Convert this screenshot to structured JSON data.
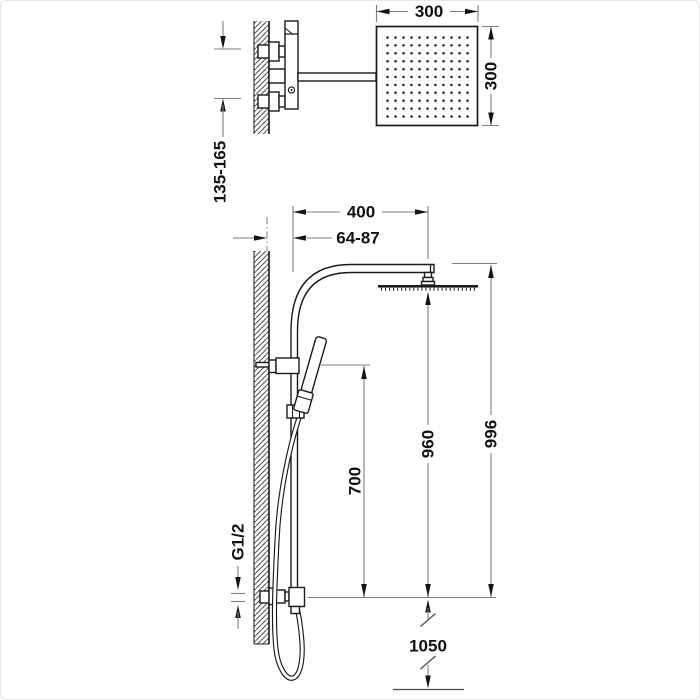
{
  "colors": {
    "object_line": "#1a1a1a",
    "dimension_line": "#7e7e7e",
    "text": "#111111",
    "background": "#ffffff"
  },
  "top_view": {
    "description": "wall-mounted square rain shower head, top view",
    "dimensions": {
      "head_width": "300",
      "head_depth": "300",
      "supply_inlet_spacing": "135-165"
    }
  },
  "front_view": {
    "description": "shower column with hand shower, front view",
    "dimensions": {
      "arm_reach": "400",
      "wall_to_column": "64-87",
      "hand_shower_bracket_height": "700",
      "rain_head_height": "960",
      "column_top_height": "996",
      "supply_connection_height": "1050",
      "connection_thread": "G1/2"
    }
  }
}
